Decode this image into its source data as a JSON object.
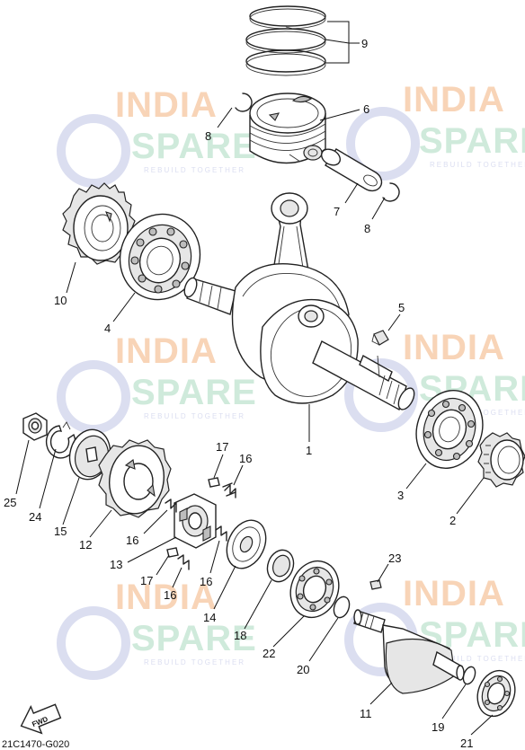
{
  "diagram": {
    "drawing_code": "21C1470-G020",
    "direction_badge": "FWD",
    "watermark": {
      "line1": "INDIA",
      "line2": "SPARE",
      "tagline": "REBUILD TOGETHER"
    },
    "callouts": [
      "1",
      "2",
      "3",
      "4",
      "5",
      "6",
      "7",
      "8",
      "9",
      "10",
      "11",
      "12",
      "13",
      "14",
      "15",
      "16",
      "17",
      "18",
      "19",
      "20",
      "21",
      "22",
      "23",
      "24",
      "25"
    ],
    "colors": {
      "line": "#222222",
      "watermark_orange": "#f6c6a0",
      "watermark_green": "#bfe3cf",
      "watermark_blue": "#cfd3ec"
    }
  }
}
